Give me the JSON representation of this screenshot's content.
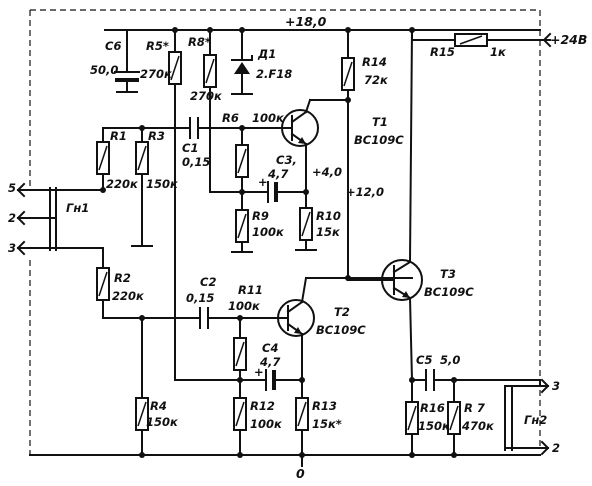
{
  "rails": {
    "supply_top": "+18,0",
    "ground_bottom": "0"
  },
  "external": {
    "input_24v": "+24В",
    "gn1": "Гн1",
    "gn1_pin5": "5",
    "gn1_pin2": "2",
    "gn1_pin3": "3",
    "gn2": "Гн2",
    "gn2_pin3": "3",
    "gn2_pin2": "2"
  },
  "components": {
    "C6": {
      "name": "C6",
      "value": "50,0"
    },
    "R5": {
      "name": "R5*",
      "value": "270к"
    },
    "R8": {
      "name": "R8*",
      "value": "270к"
    },
    "D1": {
      "name": "Д1",
      "value": "2.F18"
    },
    "R14": {
      "name": "R14",
      "value": "72к"
    },
    "R15": {
      "name": "R15",
      "value": "1к"
    },
    "R1": {
      "name": "R1",
      "value": "220к"
    },
    "R3": {
      "name": "R3",
      "value": "150к"
    },
    "C1": {
      "name": "C1",
      "value": "0,15"
    },
    "R6": {
      "name": "R6",
      "value": "100к"
    },
    "C3": {
      "name": "C3,",
      "value": "4,7"
    },
    "R9": {
      "name": "R9",
      "value": "100к"
    },
    "R10": {
      "name": "R10",
      "value": "15к"
    },
    "T1": {
      "name": "T1",
      "type": "ВС109С"
    },
    "T2": {
      "name": "T2",
      "type": "ВС109С"
    },
    "T3": {
      "name": "T3",
      "type": "ВС109С"
    },
    "R2": {
      "name": "R2",
      "value": "220к"
    },
    "C2": {
      "name": "C2",
      "value": "0,15"
    },
    "R11": {
      "name": "R11",
      "value": "100к"
    },
    "C4": {
      "name": "C4",
      "value": "4,7"
    },
    "R4": {
      "name": "R4",
      "value": "150к"
    },
    "R12": {
      "name": "R12",
      "value": "100к"
    },
    "R13": {
      "name": "R13",
      "value": "15к*"
    },
    "C5": {
      "name": "C5",
      "value": "5,0"
    },
    "R16": {
      "name": "R16",
      "value": "150к"
    },
    "R7": {
      "name": "R 7",
      "value": "470к"
    }
  },
  "annotations": {
    "v_t1_emitter": "+4,0",
    "v_t1_collector": "+12,0",
    "c3_plus": "+",
    "c4_plus": "+"
  }
}
